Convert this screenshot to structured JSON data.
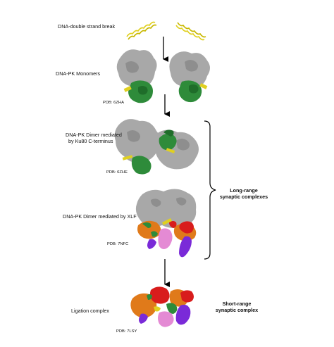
{
  "steps": {
    "dsb": "DNA-double strand break",
    "monomers": "DNA-PK Monomers",
    "ku80_line1": "DNA-PK Dimer mediated",
    "ku80_line2": "by Ku80 C-terminus",
    "xlf": "DNA-PK Dimer mediated by XLF",
    "ligation": "Ligation complex"
  },
  "pdb": {
    "monomers": "PDB: 6ZHA",
    "ku80": "PDB: 6ZHE",
    "xlf": "PDB: 7NFC",
    "ligation": "PDB: 7LSY"
  },
  "groups": {
    "long_line1": "Long-range",
    "long_line2": "synaptic complexes",
    "short_line1": "Short-range",
    "short_line2": "synaptic complex"
  },
  "colors": {
    "dna": "#e0d020",
    "dnapkcs": "#a8a8a8",
    "ku": "#2e8b3a",
    "orange": "#e07a1a",
    "red": "#d81c1c",
    "pink": "#e48ad4",
    "purple": "#7a2ad8"
  }
}
